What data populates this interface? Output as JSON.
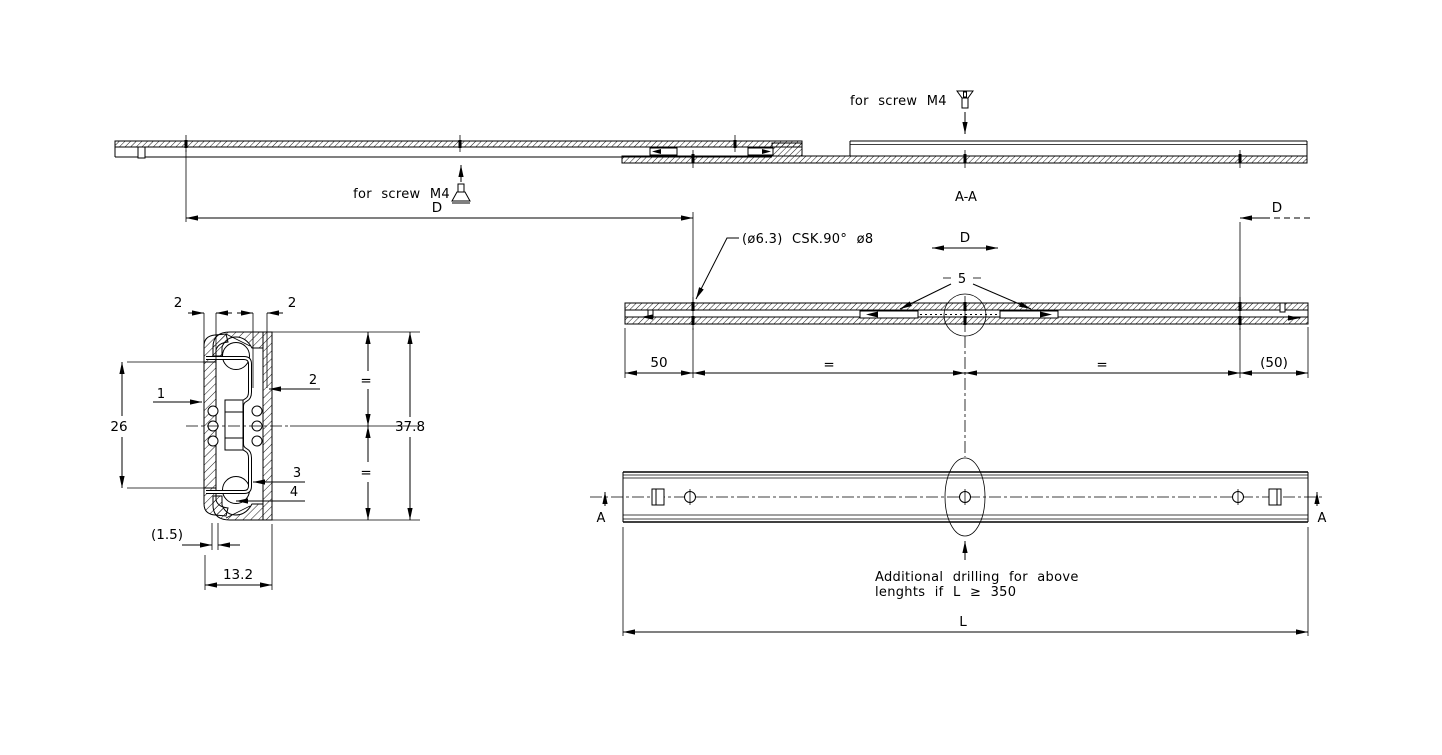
{
  "palette": {
    "ink": "#000000",
    "background": "#ffffff"
  },
  "view_top": {
    "screw_note_upper": "for screw M4",
    "screw_note_lower": "for screw M4",
    "section_label": "A-A",
    "dim_stroke_left": "D",
    "dim_stroke_right": "D"
  },
  "view_closed": {
    "csk_note": "(ø6.3) CSK.90° ø8",
    "dim_travel": "D",
    "part_5": "5",
    "dim_50": "50",
    "dim_eq_left": "=",
    "dim_eq_right": "=",
    "dim_50_right": "(50)"
  },
  "view_plan": {
    "arrow_a_left": "A",
    "arrow_a_right": "A",
    "note_line1": "Additional drilling for above",
    "note_line2": "lenghts if L ≥ 350",
    "dim_length": "L"
  },
  "cross_section": {
    "dim_wall_left": "2",
    "dim_wall_right": "2",
    "dim_inner_height": "26",
    "dim_outer_height": "37.8",
    "dim_eq_top": "=",
    "dim_eq_bottom": "=",
    "dim_offset": "(1.5)",
    "dim_width": "13.2",
    "part_1": "1",
    "part_2": "2",
    "part_3": "3",
    "part_4": "4"
  }
}
